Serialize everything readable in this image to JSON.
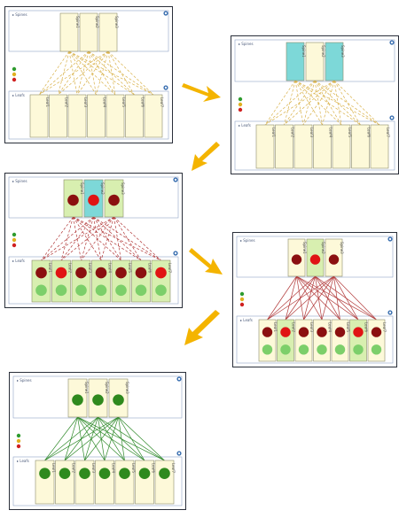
{
  "colors": {
    "arrow": "#f4b400",
    "border": "#2a2f3a",
    "divider": "#8fa3c8",
    "card_bg": "#fdf9d9",
    "card_border": "#8c8c6a",
    "card_cyan": "#7dd8d8",
    "card_lightgreen": "#d8efb0",
    "link_yellow": "#d9b24a",
    "link_red": "#b23a3a",
    "link_green": "#2f8a2a",
    "dot_darkred": "#8b1010",
    "dot_red": "#e01414",
    "dot_green": "#2f8a1e",
    "dot_lightgreen": "#7ccf6a",
    "legend_green": "#2e9b2e",
    "legend_yellow": "#e0b020",
    "legend_red": "#d02020",
    "corner_icon": "#3a6fb0"
  },
  "panels": [
    {
      "spine_label": "Spines",
      "leaf_label": "Leafs",
      "link_color": "link_yellow",
      "dashed": true,
      "spines": [
        {
          "name": "Spine1",
          "bg": "card_bg",
          "dot": null
        },
        {
          "name": "Spine2",
          "bg": "card_bg",
          "dot": null
        },
        {
          "name": "Spine3",
          "bg": "card_bg",
          "dot": null
        }
      ],
      "leafs": [
        {
          "name": "Leaf1",
          "bg": "card_bg",
          "top_dot": null,
          "bottom_dot": null
        },
        {
          "name": "Leaf2",
          "bg": "card_bg",
          "top_dot": null,
          "bottom_dot": null
        },
        {
          "name": "Leaf3",
          "bg": "card_bg",
          "top_dot": null,
          "bottom_dot": null
        },
        {
          "name": "Leaf4",
          "bg": "card_bg",
          "top_dot": null,
          "bottom_dot": null
        },
        {
          "name": "Leaf5",
          "bg": "card_bg",
          "top_dot": null,
          "bottom_dot": null
        },
        {
          "name": "Leaf6",
          "bg": "card_bg",
          "top_dot": null,
          "bottom_dot": null
        },
        {
          "name": "Leaf7",
          "bg": "card_bg",
          "top_dot": null,
          "bottom_dot": null
        }
      ]
    },
    {
      "spine_label": "Spines",
      "leaf_label": "Leafs",
      "link_color": "link_yellow",
      "dashed": true,
      "spines": [
        {
          "name": "Spine1",
          "bg": "card_cyan",
          "dot": null
        },
        {
          "name": "Spine2",
          "bg": "card_bg",
          "dot": null
        },
        {
          "name": "Spine3",
          "bg": "card_cyan",
          "dot": null
        }
      ],
      "leafs": [
        {
          "name": "Leaf1",
          "bg": "card_bg",
          "top_dot": null,
          "bottom_dot": null
        },
        {
          "name": "Leaf2",
          "bg": "card_bg",
          "top_dot": null,
          "bottom_dot": null
        },
        {
          "name": "Leaf3",
          "bg": "card_bg",
          "top_dot": null,
          "bottom_dot": null
        },
        {
          "name": "Leaf4",
          "bg": "card_bg",
          "top_dot": null,
          "bottom_dot": null
        },
        {
          "name": "Leaf5",
          "bg": "card_bg",
          "top_dot": null,
          "bottom_dot": null
        },
        {
          "name": "Leaf6",
          "bg": "card_bg",
          "top_dot": null,
          "bottom_dot": null
        },
        {
          "name": "Leaf7",
          "bg": "card_bg",
          "top_dot": null,
          "bottom_dot": null
        }
      ]
    },
    {
      "spine_label": "Spines",
      "leaf_label": "Leafs",
      "link_color": "link_red",
      "dashed": true,
      "spines": [
        {
          "name": "Spine1",
          "bg": "card_lightgreen",
          "dot": "dot_darkred"
        },
        {
          "name": "Spine2",
          "bg": "card_cyan",
          "dot": "dot_red"
        },
        {
          "name": "Spine3",
          "bg": "card_lightgreen",
          "dot": "dot_darkred"
        }
      ],
      "leafs": [
        {
          "name": "Leaf1",
          "bg": "card_lightgreen",
          "top_dot": "dot_darkred",
          "bottom_dot": "dot_lightgreen"
        },
        {
          "name": "Leaf2",
          "bg": "card_lightgreen",
          "top_dot": "dot_red",
          "bottom_dot": "dot_lightgreen"
        },
        {
          "name": "Leaf3",
          "bg": "card_lightgreen",
          "top_dot": "dot_darkred",
          "bottom_dot": "dot_lightgreen"
        },
        {
          "name": "Leaf4",
          "bg": "card_lightgreen",
          "top_dot": "dot_darkred",
          "bottom_dot": "dot_lightgreen"
        },
        {
          "name": "Leaf5",
          "bg": "card_lightgreen",
          "top_dot": "dot_darkred",
          "bottom_dot": "dot_lightgreen"
        },
        {
          "name": "Leaf6",
          "bg": "card_lightgreen",
          "top_dot": "dot_darkred",
          "bottom_dot": "dot_lightgreen"
        },
        {
          "name": "Leaf7",
          "bg": "card_lightgreen",
          "top_dot": "dot_red",
          "bottom_dot": "dot_lightgreen"
        }
      ]
    },
    {
      "spine_label": "Spines",
      "leaf_label": "Leafs",
      "link_color": "link_red",
      "dashed": false,
      "spines": [
        {
          "name": "Spine1",
          "bg": "card_bg",
          "dot": "dot_darkred"
        },
        {
          "name": "Spine2",
          "bg": "card_lightgreen",
          "dot": "dot_red"
        },
        {
          "name": "Spine3",
          "bg": "card_bg",
          "dot": "dot_darkred"
        }
      ],
      "leafs": [
        {
          "name": "Leaf1",
          "bg": "card_bg",
          "top_dot": "dot_darkred",
          "bottom_dot": "dot_lightgreen"
        },
        {
          "name": "Leaf2",
          "bg": "card_lightgreen",
          "top_dot": "dot_red",
          "bottom_dot": "dot_lightgreen"
        },
        {
          "name": "Leaf3",
          "bg": "card_bg",
          "top_dot": "dot_darkred",
          "bottom_dot": "dot_lightgreen"
        },
        {
          "name": "Leaf4",
          "bg": "card_bg",
          "top_dot": "dot_darkred",
          "bottom_dot": "dot_lightgreen"
        },
        {
          "name": "Leaf5",
          "bg": "card_bg",
          "top_dot": "dot_darkred",
          "bottom_dot": "dot_lightgreen"
        },
        {
          "name": "Leaf6",
          "bg": "card_lightgreen",
          "top_dot": "dot_red",
          "bottom_dot": "dot_lightgreen"
        },
        {
          "name": "Leaf7",
          "bg": "card_bg",
          "top_dot": "dot_darkred",
          "bottom_dot": "dot_lightgreen"
        }
      ]
    },
    {
      "spine_label": "Spines",
      "leaf_label": "Leafs",
      "link_color": "link_green",
      "dashed": false,
      "spines": [
        {
          "name": "Spine1",
          "bg": "card_bg",
          "dot": "dot_green"
        },
        {
          "name": "Spine2",
          "bg": "card_bg",
          "dot": "dot_green"
        },
        {
          "name": "Spine3",
          "bg": "card_bg",
          "dot": "dot_green"
        }
      ],
      "leafs": [
        {
          "name": "Leaf1",
          "bg": "card_bg",
          "top_dot": "dot_green",
          "bottom_dot": null
        },
        {
          "name": "Leaf2",
          "bg": "card_bg",
          "top_dot": "dot_green",
          "bottom_dot": null
        },
        {
          "name": "Leaf3",
          "bg": "card_bg",
          "top_dot": "dot_green",
          "bottom_dot": null
        },
        {
          "name": "Leaf4",
          "bg": "card_bg",
          "top_dot": "dot_green",
          "bottom_dot": null
        },
        {
          "name": "Leaf5",
          "bg": "card_bg",
          "top_dot": "dot_green",
          "bottom_dot": null
        },
        {
          "name": "Leaf6",
          "bg": "card_bg",
          "top_dot": "dot_green",
          "bottom_dot": null
        },
        {
          "name": "Leaf7",
          "bg": "card_bg",
          "top_dot": "dot_green",
          "bottom_dot": null
        }
      ]
    }
  ]
}
